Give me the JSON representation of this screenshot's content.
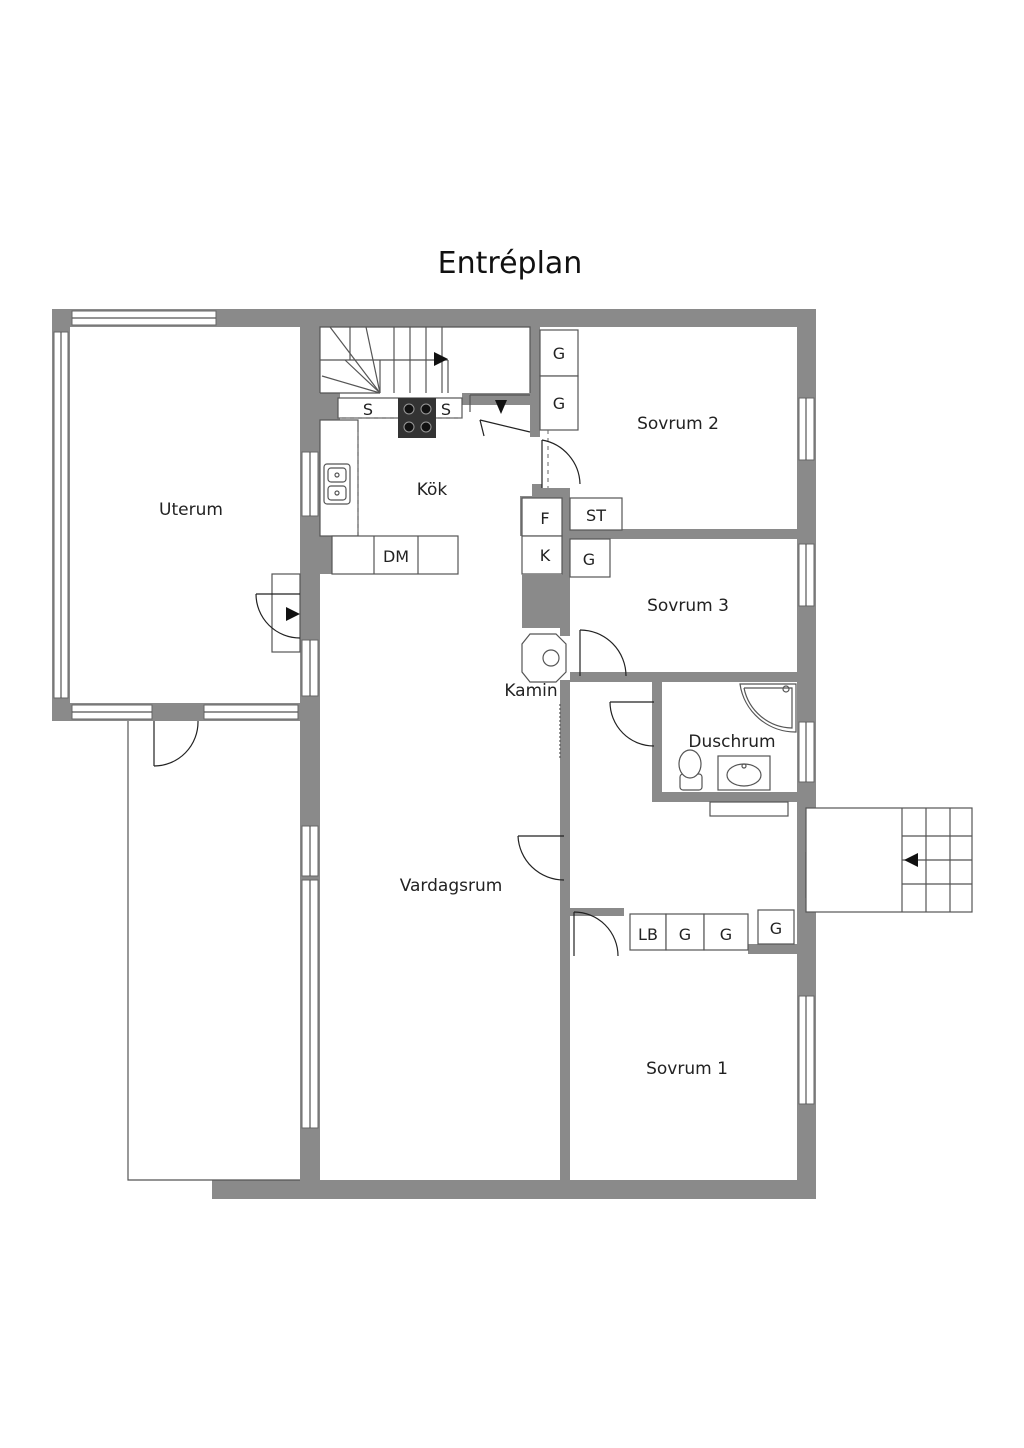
{
  "plan": {
    "title": "Entréplan"
  },
  "rooms": {
    "uterum": "Uterum",
    "kok": "Kök",
    "sovrum2": "Sovrum 2",
    "sovrum3": "Sovrum 3",
    "duschrum": "Duschrum",
    "vardagsrum": "Vardagsrum",
    "sovrum1": "Sovrum 1",
    "kamin": "Kamin"
  },
  "fixtures": {
    "stove_left": "S",
    "stove_right": "S",
    "dishwasher": "DM",
    "fridge": "F",
    "freezer": "K",
    "storage": "ST",
    "wardrobe": "G",
    "linen": "LB"
  }
}
